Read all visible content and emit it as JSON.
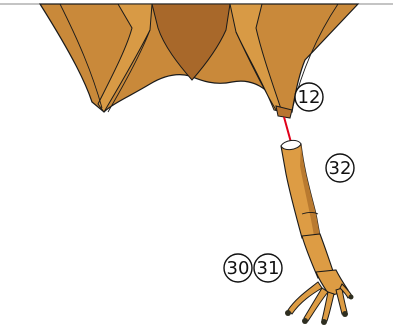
{
  "diagram": {
    "callouts": [
      {
        "id": "wing-callout",
        "label": "12"
      },
      {
        "id": "upper-arm-callout",
        "label": "32"
      },
      {
        "id": "hand-callout-left",
        "label": "30"
      },
      {
        "id": "hand-callout-right",
        "label": "31"
      }
    ],
    "colors": {
      "wing_fill": "#c9893a",
      "wing_dark": "#a8682a",
      "wing_light": "#d89a45",
      "membrane_shadow": "#b87530",
      "arm_fill": "#dd9c44",
      "arm_shadow": "#b97a30",
      "outline": "#1a1a1a",
      "claw": "#2e2e20",
      "connector": "#e0001a",
      "horizon": "#888888"
    }
  }
}
